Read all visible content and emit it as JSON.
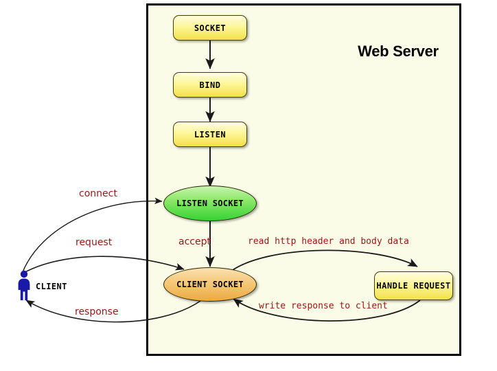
{
  "diagram": {
    "title": "Web Server",
    "server_panel_label": "Web Server",
    "nodes": {
      "socket": "SOCKET",
      "bind": "BIND",
      "listen": "LISTEN",
      "listen_socket": "LISTEN SOCKET",
      "client_socket": "CLIENT SOCKET",
      "handle_request": "HANDLE REQUEST",
      "client": "CLIENT"
    },
    "edge_labels": {
      "connect": "connect",
      "request": "request",
      "response": "response",
      "accept": "accept",
      "read_data": "read http header and body data",
      "write_response": "write response to client"
    },
    "colors": {
      "panel_background": "#fbfce8",
      "panel_border": "#000000",
      "box_fill_top": "#fffde0",
      "box_fill_bottom": "#f2e04a",
      "listen_socket_fill": "#35d335",
      "client_socket_fill": "#eda93f",
      "label_text": "#9e1515",
      "client_actor": "#1a1aa8",
      "arrow_stroke": "#1a1a1a"
    }
  }
}
